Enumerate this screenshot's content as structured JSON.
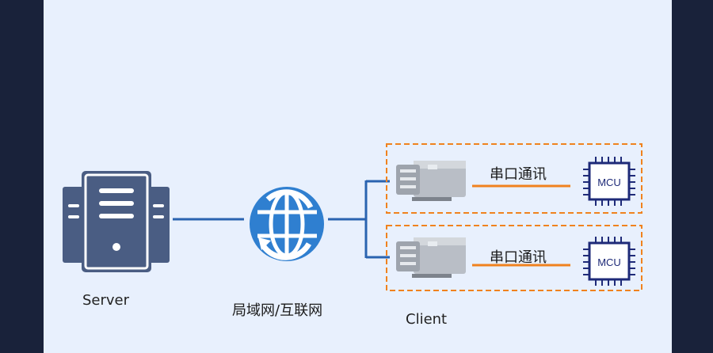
{
  "diagram": {
    "server_label": "Server",
    "network_label": "局域网/互联网",
    "client_label": "Client",
    "clients": [
      {
        "link_label": "串口通讯",
        "chip_label": "MCU"
      },
      {
        "link_label": "串口通讯",
        "chip_label": "MCU"
      }
    ]
  },
  "colors": {
    "background": "#19223a",
    "panel": "#e8f0fd",
    "server_body": "#4a5d83",
    "network_line": "#2a63b0",
    "serial_line": "#f0821e",
    "client_box_border": "#f0821e",
    "chip": "#1e2a78",
    "globe": "#2f7fd0"
  }
}
